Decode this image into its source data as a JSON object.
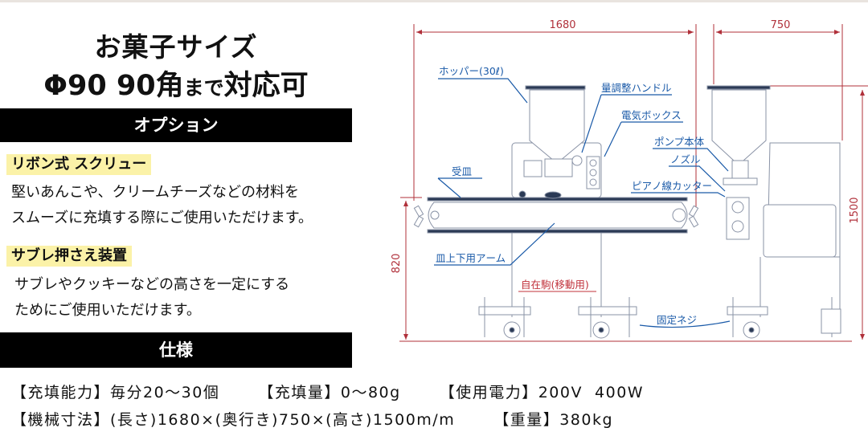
{
  "title": {
    "line1": "お菓子サイズ",
    "line2_a": "Φ90 90角",
    "line2_b": "まで",
    "line2_c": "対応可"
  },
  "options": {
    "header": "オプション",
    "items": [
      {
        "name": "リボン式 スクリュー",
        "desc": [
          "堅いあんこや、クリームチーズなどの材料を",
          "スムーズに充填する際にご使用いただけます。"
        ]
      },
      {
        "name": "サブレ押さえ装置",
        "desc": [
          "サブレやクッキーなどの高さを一定にする",
          "ためにご使用いただけます。"
        ]
      }
    ]
  },
  "specs": {
    "header": "仕様",
    "row1": [
      "【充填能力】毎分20〜30個",
      "【充填量】0〜80g",
      "【使用電力】200V  400W"
    ],
    "row2": [
      "【機械寸法】(長さ)1680×(奥行き)750×(高さ)1500m/m",
      "【重量】380kg"
    ]
  },
  "drawing": {
    "dimensions": {
      "length": "1680",
      "depth": "750",
      "height": "1500",
      "conveyor_height": "820"
    },
    "labels": {
      "hopper": "ホッパー(30ℓ)",
      "amount_handle": "量調整ハンドル",
      "electric_box": "電気ボックス",
      "tray": "受皿",
      "pump": "ポンプ本体",
      "nozzle": "ノズル",
      "cutter": "ピアノ線カッター",
      "arm": "皿上下用アーム",
      "caster": "自在駒(移動用)",
      "screw": "固定ネジ"
    },
    "colors": {
      "label": "#1a5aa8",
      "dimension": "#b0303a",
      "line": "#8a93a6"
    }
  }
}
